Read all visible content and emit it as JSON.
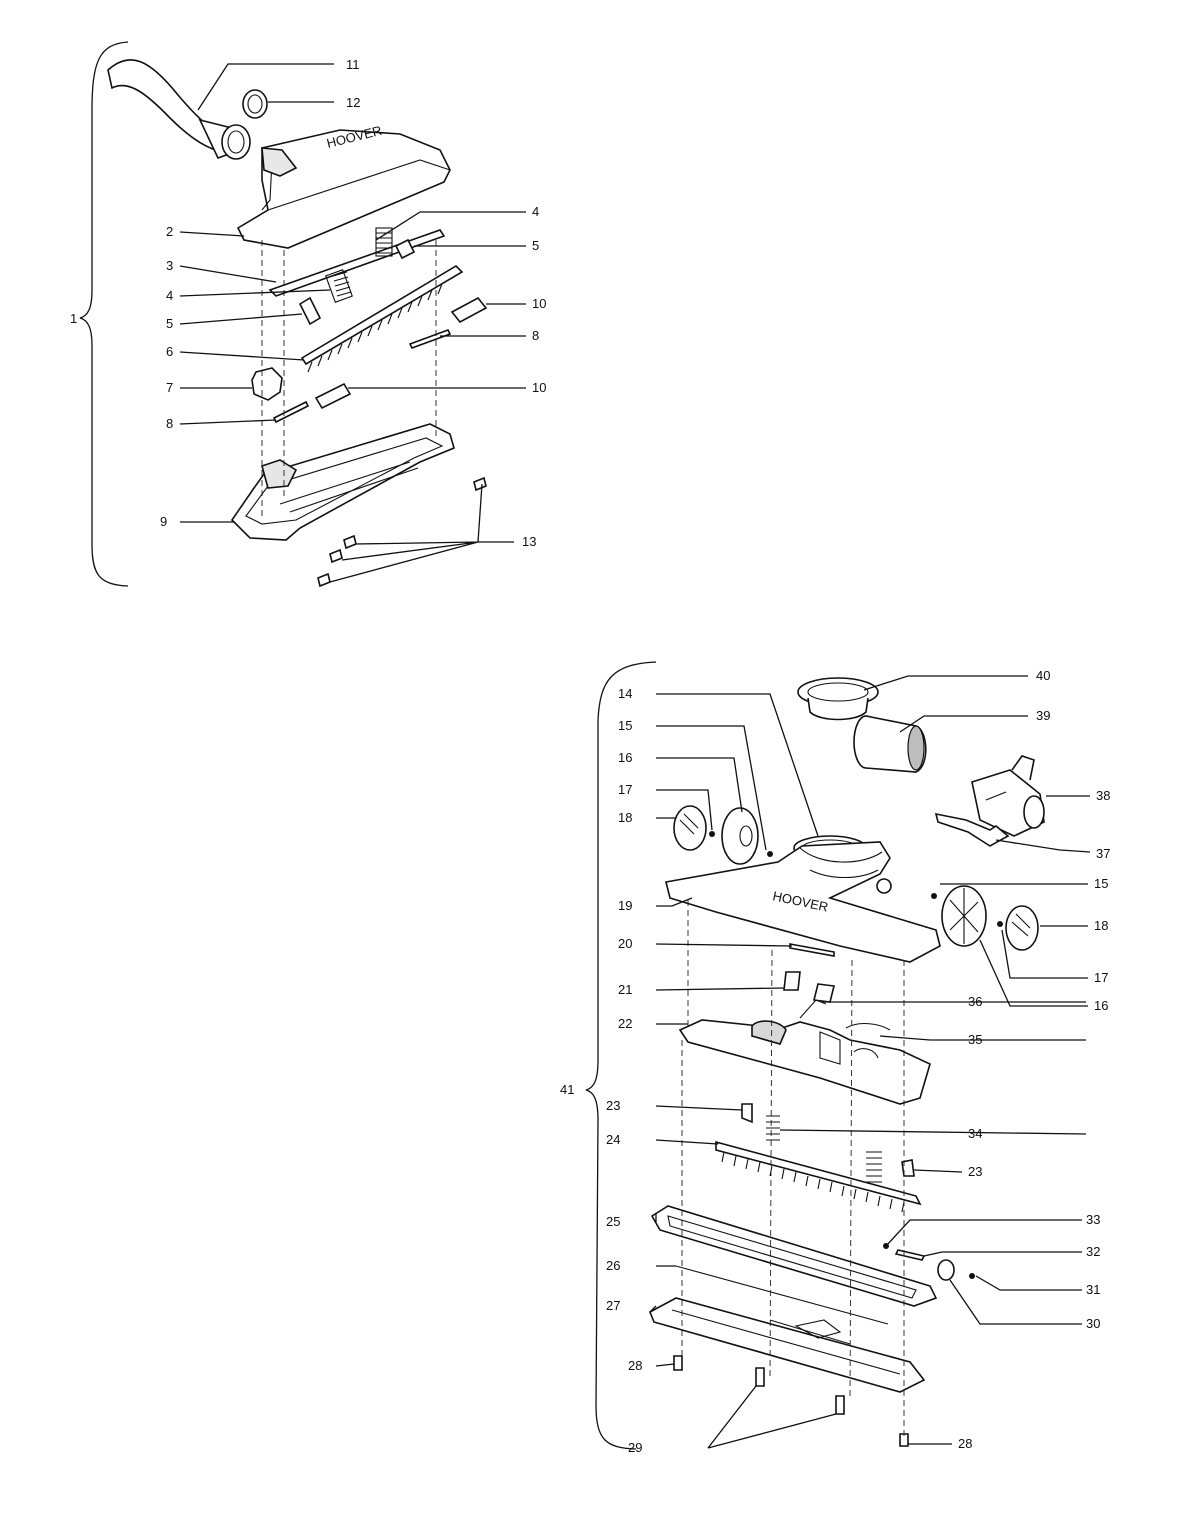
{
  "assembly_top": {
    "brace_label": "1",
    "callouts": [
      {
        "id": "c11",
        "text": "11"
      },
      {
        "id": "c12",
        "text": "12"
      },
      {
        "id": "c2",
        "text": "2"
      },
      {
        "id": "c4a",
        "text": "4"
      },
      {
        "id": "c5a",
        "text": "5"
      },
      {
        "id": "c3",
        "text": "3"
      },
      {
        "id": "c4b",
        "text": "4"
      },
      {
        "id": "c10a",
        "text": "10"
      },
      {
        "id": "c5b",
        "text": "5"
      },
      {
        "id": "c8a",
        "text": "8"
      },
      {
        "id": "c6",
        "text": "6"
      },
      {
        "id": "c7",
        "text": "7"
      },
      {
        "id": "c10b",
        "text": "10"
      },
      {
        "id": "c8b",
        "text": "8"
      },
      {
        "id": "c9",
        "text": "9"
      },
      {
        "id": "c13",
        "text": "13"
      }
    ]
  },
  "assembly_bottom": {
    "brace_label": "41",
    "callouts": [
      {
        "id": "d40",
        "text": "40"
      },
      {
        "id": "d14",
        "text": "14"
      },
      {
        "id": "d39",
        "text": "39"
      },
      {
        "id": "d15a",
        "text": "15"
      },
      {
        "id": "d16a",
        "text": "16"
      },
      {
        "id": "d38",
        "text": "38"
      },
      {
        "id": "d17a",
        "text": "17"
      },
      {
        "id": "d18a",
        "text": "18"
      },
      {
        "id": "d37",
        "text": "37"
      },
      {
        "id": "d15b",
        "text": "15"
      },
      {
        "id": "d19",
        "text": "19"
      },
      {
        "id": "d18b",
        "text": "18"
      },
      {
        "id": "d20",
        "text": "20"
      },
      {
        "id": "d17b",
        "text": "17"
      },
      {
        "id": "d16b",
        "text": "16"
      },
      {
        "id": "d21",
        "text": "21"
      },
      {
        "id": "d36",
        "text": "36"
      },
      {
        "id": "d22",
        "text": "22"
      },
      {
        "id": "d35",
        "text": "35"
      },
      {
        "id": "d23a",
        "text": "23"
      },
      {
        "id": "d34",
        "text": "34"
      },
      {
        "id": "d24",
        "text": "24"
      },
      {
        "id": "d23b",
        "text": "23"
      },
      {
        "id": "d25",
        "text": "25"
      },
      {
        "id": "d33",
        "text": "33"
      },
      {
        "id": "d32",
        "text": "32"
      },
      {
        "id": "d26",
        "text": "26"
      },
      {
        "id": "d31",
        "text": "31"
      },
      {
        "id": "d27",
        "text": "27"
      },
      {
        "id": "d30",
        "text": "30"
      },
      {
        "id": "d28a",
        "text": "28"
      },
      {
        "id": "d29",
        "text": "29"
      },
      {
        "id": "d28b",
        "text": "28"
      }
    ]
  },
  "nameplate_text": "HOOVER"
}
